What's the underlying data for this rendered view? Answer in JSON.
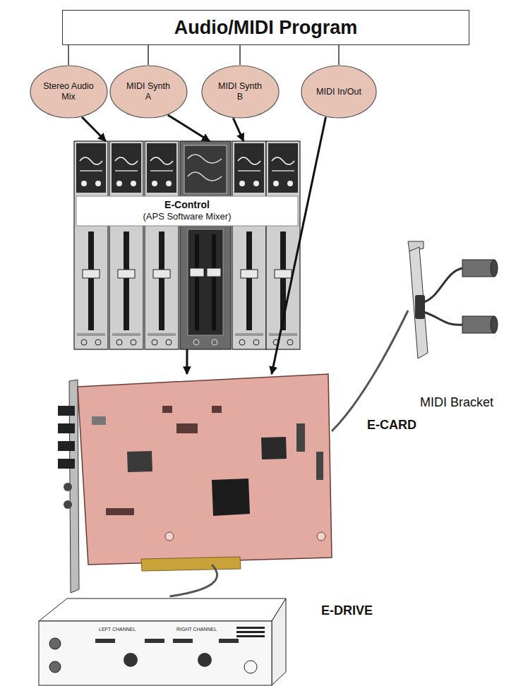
{
  "diagram": {
    "nodes": [
      {
        "text": [
          "Audio/MIDI Program"
        ]
      },
      {
        "text": [
          "Stereo Audio Mix"
        ]
      },
      {
        "text": [
          "MIDI Synth A"
        ]
      },
      {
        "text": [
          "MIDI Synth B"
        ]
      },
      {
        "text": [
          "MIDI In/Out"
        ]
      },
      {
        "text": [
          "E-Control",
          "(APS Software Mixer)"
        ]
      },
      {
        "text": [
          "E-CARD"
        ]
      },
      {
        "text": [
          "MIDI Bracket"
        ]
      },
      {
        "text": [
          "E-DRIVE"
        ]
      }
    ],
    "edges": [
      {
        "from": 0,
        "to": 1,
        "arrow": "none"
      },
      {
        "from": 0,
        "to": 2,
        "arrow": "none"
      },
      {
        "from": 0,
        "to": 3,
        "arrow": "none"
      },
      {
        "from": 0,
        "to": 4,
        "arrow": "none"
      },
      {
        "from": 1,
        "to": 5,
        "arrow": "to"
      },
      {
        "from": 2,
        "to": 5,
        "arrow": "to"
      },
      {
        "from": 3,
        "to": 5,
        "arrow": "to"
      },
      {
        "from": 4,
        "to": 6,
        "arrow": "to"
      },
      {
        "from": 5,
        "to": 6,
        "arrow": "to"
      },
      {
        "from": 6,
        "to": 7,
        "arrow": "none"
      },
      {
        "from": 6,
        "to": 8,
        "arrow": "none"
      }
    ],
    "labels": [
      "LEFT CHANNEL",
      "RIGHT CHANNEL"
    ]
  }
}
